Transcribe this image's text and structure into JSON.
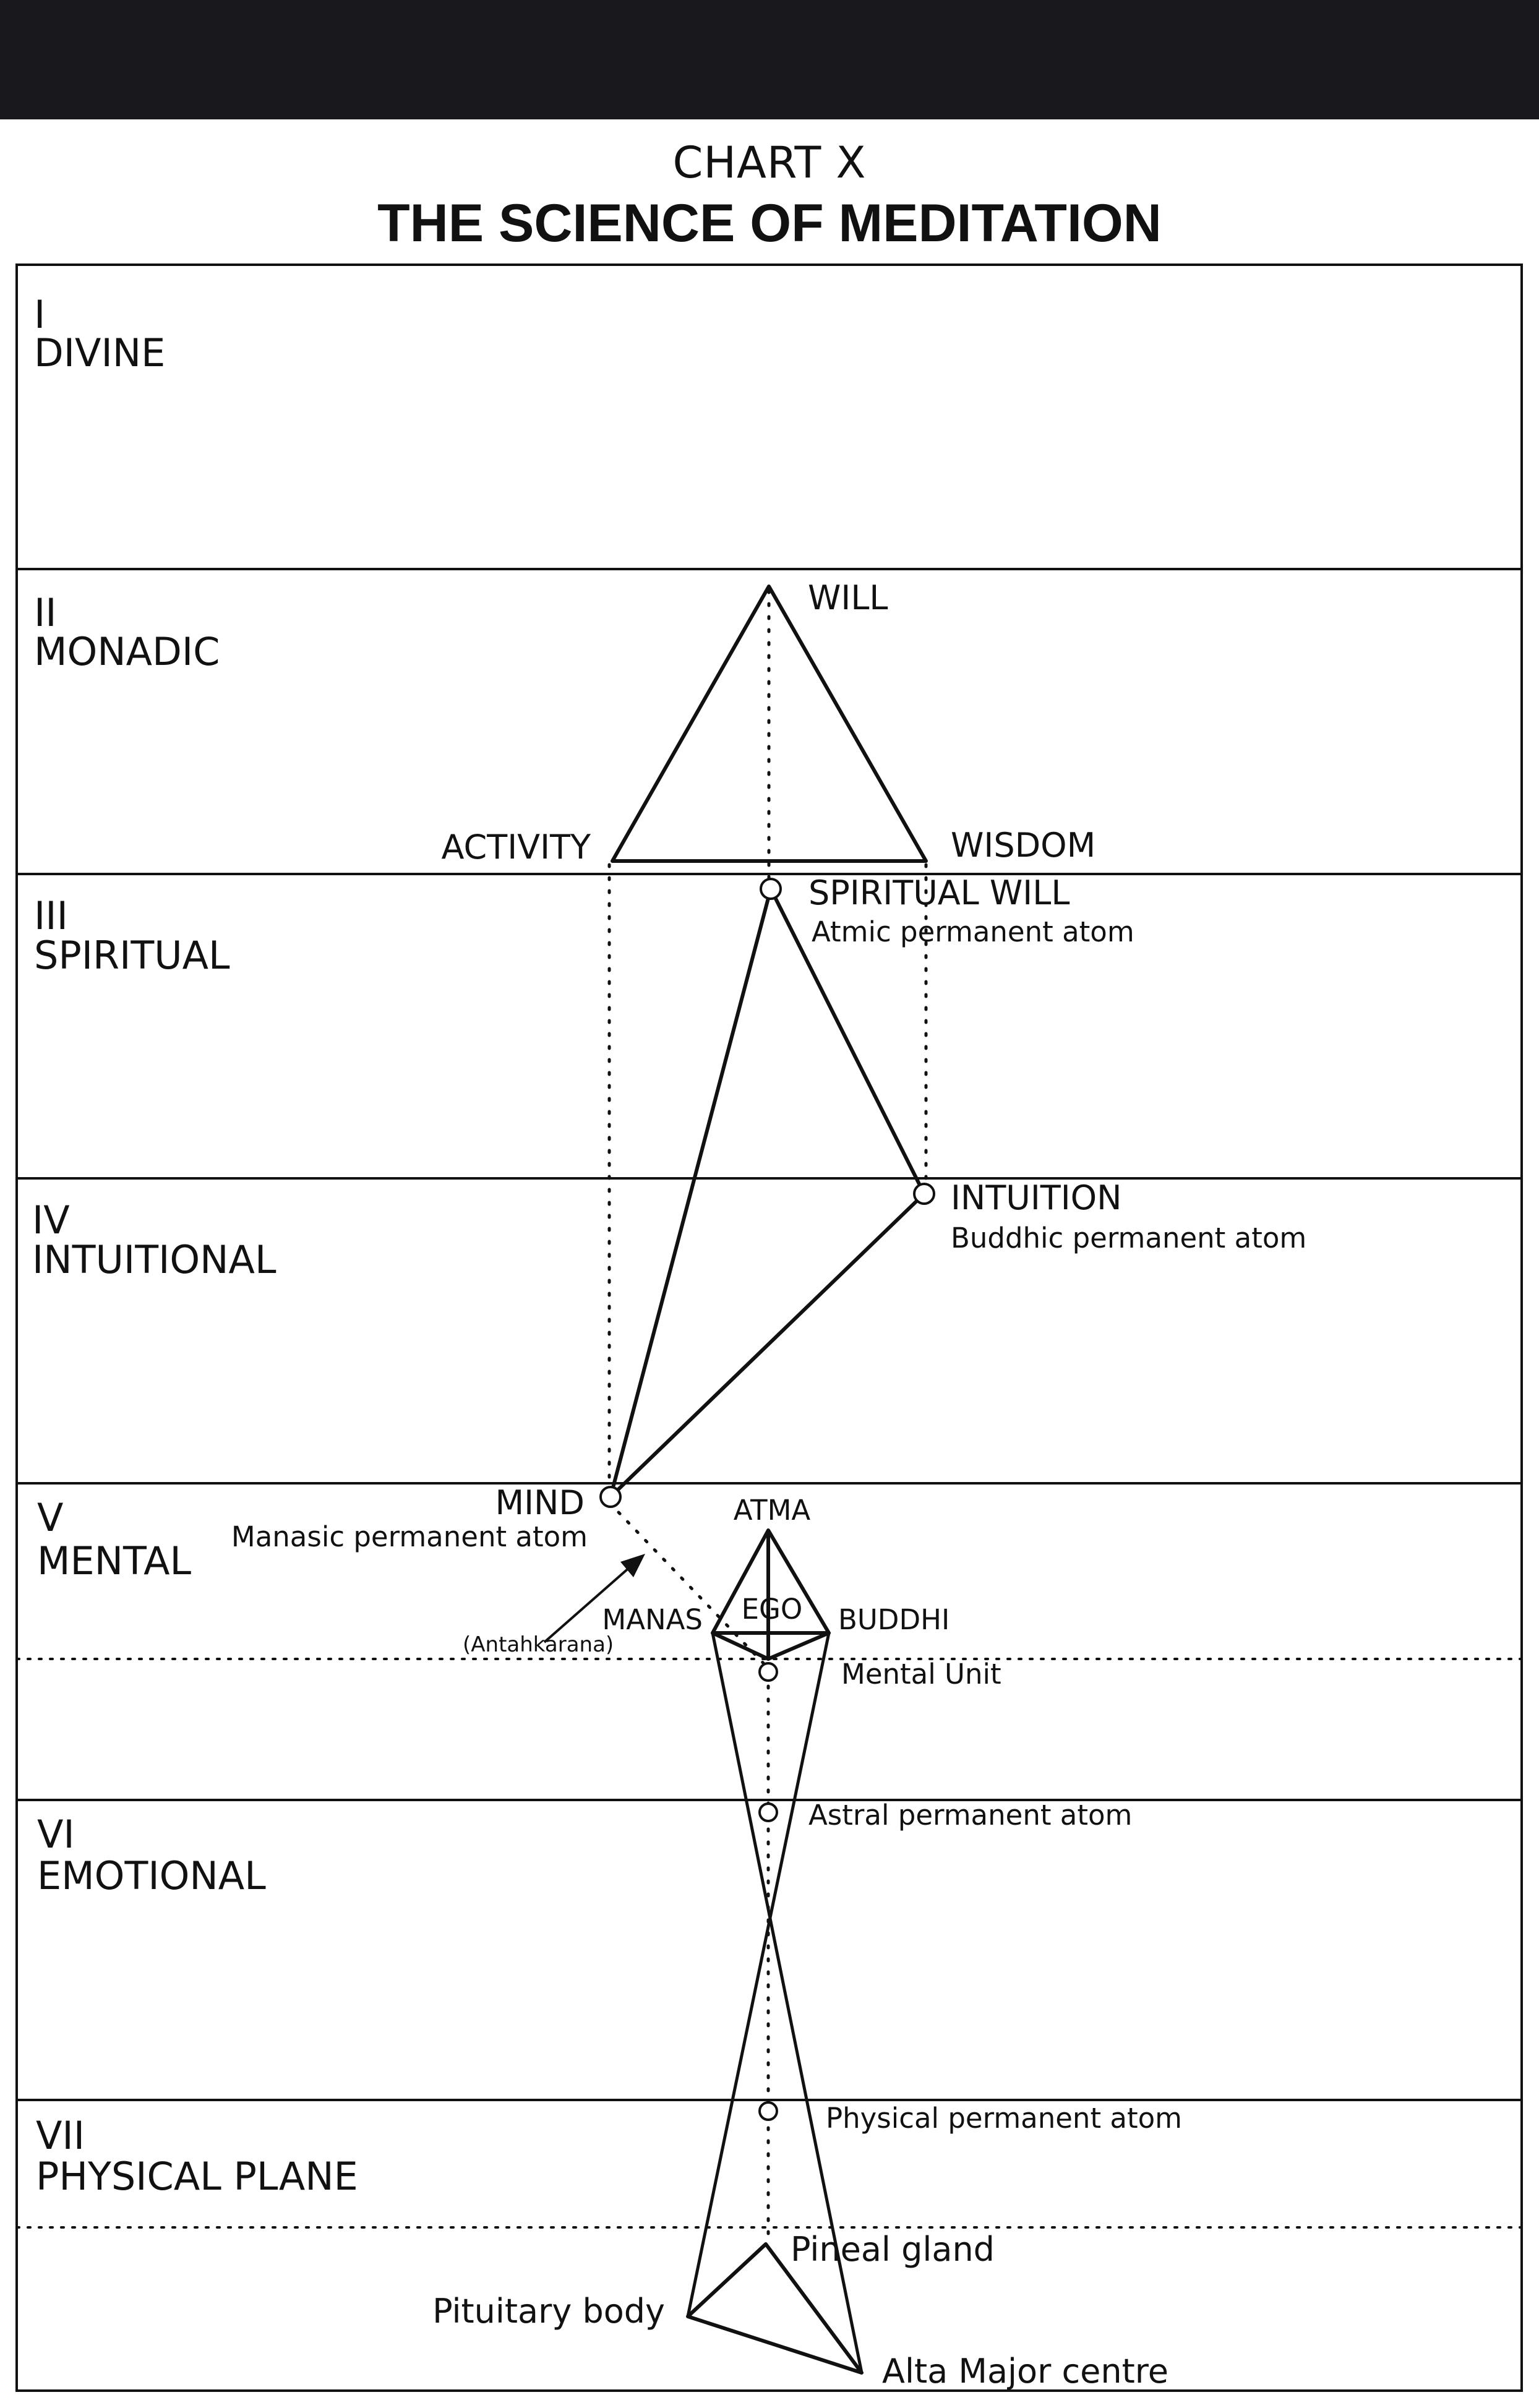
{
  "header": {
    "chart_label": "CHART X",
    "title": "THE SCIENCE OF MEDITATION"
  },
  "planes": [
    {
      "numeral": "I",
      "name": "DIVINE"
    },
    {
      "numeral": "II",
      "name": "MONADIC"
    },
    {
      "numeral": "III",
      "name": "SPIRITUAL"
    },
    {
      "numeral": "IV",
      "name": "INTUITIONAL"
    },
    {
      "numeral": "V",
      "name": "MENTAL"
    },
    {
      "numeral": "VI",
      "name": "EMOTIONAL"
    },
    {
      "numeral": "VII",
      "name": "PHYSICAL PLANE"
    }
  ],
  "labels": {
    "will": "WILL",
    "activity": "ACTIVITY",
    "wisdom": "WISDOM",
    "spiritual_will": "SPIRITUAL WILL",
    "atmic_atom": "Atmic permanent atom",
    "intuition": "INTUITION",
    "buddhic_atom": "Buddhic permanent atom",
    "mind": "MIND",
    "manasic_atom": "Manasic permanent atom",
    "antahkarana": "(Antahkarana)",
    "atma": "ATMA",
    "ego": "EGO",
    "manas": "MANAS",
    "buddhi": "BUDDHI",
    "mental_unit": "Mental Unit",
    "astral_atom": "Astral permanent atom",
    "physical_atom": "Physical permanent atom",
    "pineal": "Pineal gland",
    "pituitary": "Pituitary body",
    "alta_major": "Alta Major centre"
  }
}
